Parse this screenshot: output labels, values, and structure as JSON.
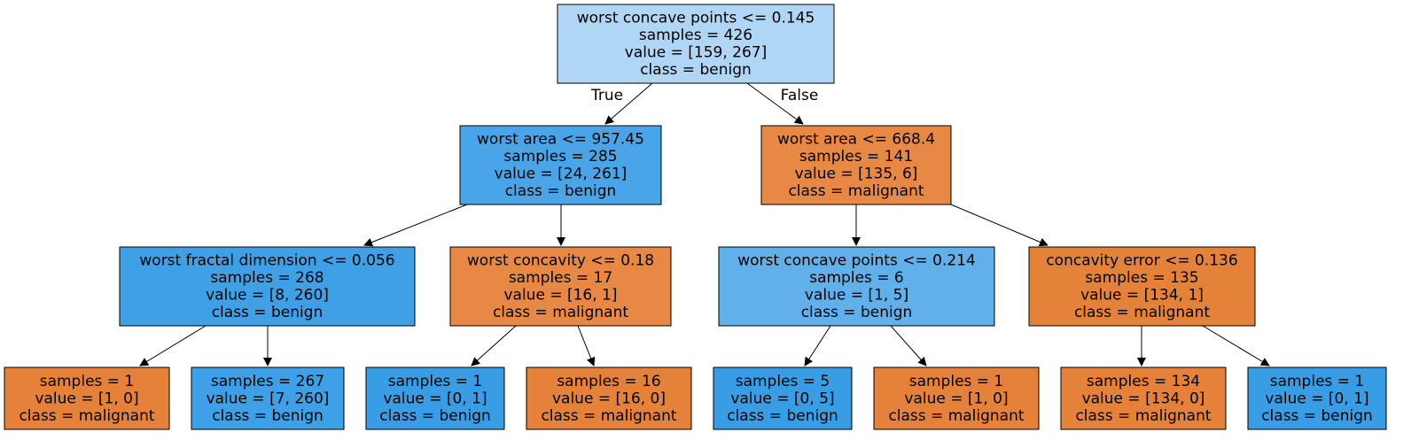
{
  "colors": {
    "benign_light": "#b0d6f5",
    "benign_medium": "#4aa5e8",
    "benign_strong": "#3e9fe6",
    "benign_soft": "#61b0ea",
    "malignant": "#e58139",
    "malignant_light": "#e88943",
    "malignant_mid": "#e78945",
    "border": "#000000"
  },
  "tree": {
    "edge_labels": {
      "true": "True",
      "false": "False"
    },
    "nodes": [
      {
        "id": "n0",
        "lines": [
          "worst concave points <= 0.145",
          "samples = 426",
          "value = [159, 267]",
          "class = benign"
        ],
        "color": "#b0d6f5"
      },
      {
        "id": "n1",
        "lines": [
          "worst area <= 957.45",
          "samples = 285",
          "value = [24, 261]",
          "class = benign"
        ],
        "color": "#4aa5e8"
      },
      {
        "id": "n2",
        "lines": [
          "worst area <= 668.4",
          "samples = 141",
          "value = [135, 6]",
          "class = malignant"
        ],
        "color": "#e78945"
      },
      {
        "id": "n3",
        "lines": [
          "worst fractal dimension <= 0.056",
          "samples = 268",
          "value = [8, 260]",
          "class = benign"
        ],
        "color": "#3fa0e6"
      },
      {
        "id": "n4",
        "lines": [
          "worst concavity <= 0.18",
          "samples = 17",
          "value = [16, 1]",
          "class = malignant"
        ],
        "color": "#e78945"
      },
      {
        "id": "n5",
        "lines": [
          "worst concave points <= 0.214",
          "samples = 6",
          "value = [1, 5]",
          "class = benign"
        ],
        "color": "#61b0ea"
      },
      {
        "id": "n6",
        "lines": [
          "concavity error <= 0.136",
          "samples = 135",
          "value = [134, 1]",
          "class = malignant"
        ],
        "color": "#e5823a"
      },
      {
        "id": "n7",
        "lines": [
          "samples = 1",
          "value = [1, 0]",
          "class = malignant"
        ],
        "color": "#e58139"
      },
      {
        "id": "n8",
        "lines": [
          "samples = 267",
          "value = [7, 260]",
          "class = benign"
        ],
        "color": "#3ea0e6"
      },
      {
        "id": "n9",
        "lines": [
          "samples = 1",
          "value = [0, 1]",
          "class = benign"
        ],
        "color": "#399de5"
      },
      {
        "id": "n10",
        "lines": [
          "samples = 16",
          "value = [16, 0]",
          "class = malignant"
        ],
        "color": "#e58139"
      },
      {
        "id": "n11",
        "lines": [
          "samples = 5",
          "value = [0, 5]",
          "class = benign"
        ],
        "color": "#399de5"
      },
      {
        "id": "n12",
        "lines": [
          "samples = 1",
          "value = [1, 0]",
          "class = malignant"
        ],
        "color": "#e58139"
      },
      {
        "id": "n13",
        "lines": [
          "samples = 134",
          "value = [134, 0]",
          "class = malignant"
        ],
        "color": "#e58139"
      },
      {
        "id": "n14",
        "lines": [
          "samples = 1",
          "value = [0, 1]",
          "class = benign"
        ],
        "color": "#399de5"
      }
    ],
    "edges": [
      {
        "from": "n0",
        "to": "n1",
        "label": "True"
      },
      {
        "from": "n0",
        "to": "n2",
        "label": "False"
      },
      {
        "from": "n1",
        "to": "n3"
      },
      {
        "from": "n1",
        "to": "n4"
      },
      {
        "from": "n2",
        "to": "n5"
      },
      {
        "from": "n2",
        "to": "n6"
      },
      {
        "from": "n3",
        "to": "n7"
      },
      {
        "from": "n3",
        "to": "n8"
      },
      {
        "from": "n4",
        "to": "n9"
      },
      {
        "from": "n4",
        "to": "n10"
      },
      {
        "from": "n5",
        "to": "n11"
      },
      {
        "from": "n5",
        "to": "n12"
      },
      {
        "from": "n6",
        "to": "n13"
      },
      {
        "from": "n6",
        "to": "n14"
      }
    ]
  }
}
